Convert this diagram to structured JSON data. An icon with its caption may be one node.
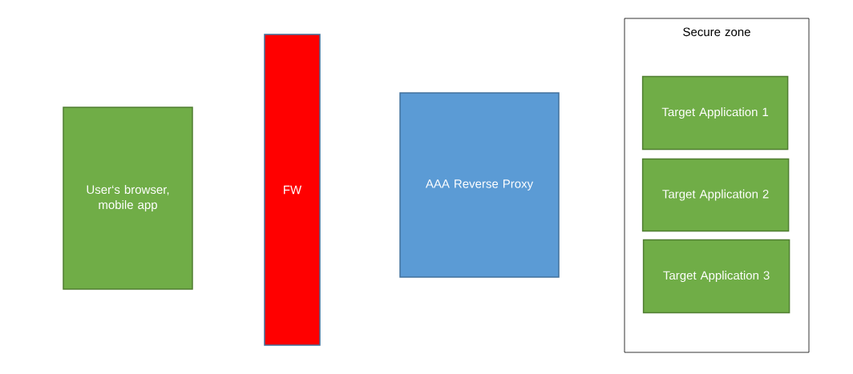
{
  "diagram": {
    "nodes": [
      {
        "text": [
          "User‘s browser, mobile app"
        ]
      },
      {
        "text": [
          "FW"
        ]
      },
      {
        "text": [
          "AAA Reverse Proxy"
        ]
      },
      {
        "text": [
          "Secure zone"
        ]
      },
      {
        "text": [
          "Target Application 1"
        ],
        "in": 3
      },
      {
        "text": [
          "Target Application 2"
        ],
        "in": 3
      },
      {
        "text": [
          "Target Application 3"
        ],
        "in": 3
      }
    ]
  }
}
